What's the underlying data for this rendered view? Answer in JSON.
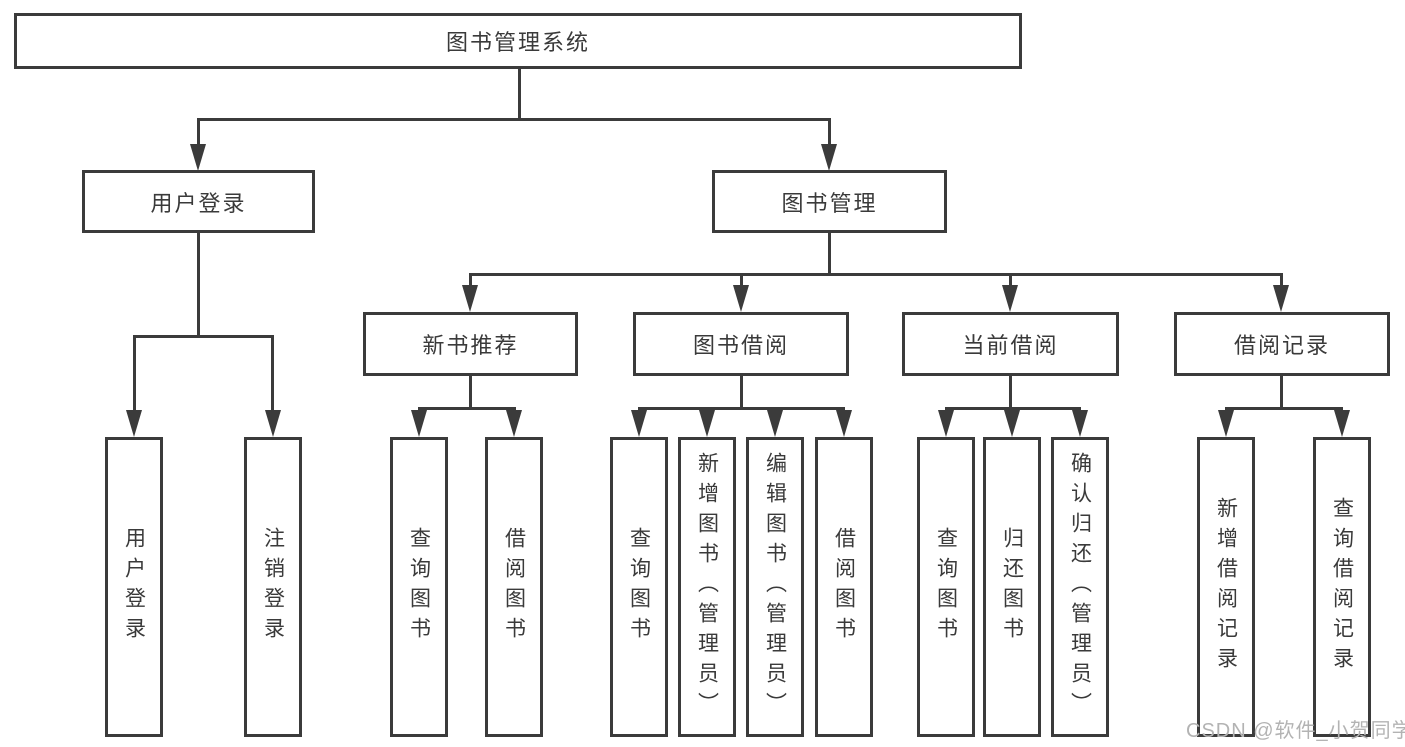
{
  "diagram": {
    "root": {
      "label": "图书管理系统"
    },
    "user_login": {
      "label": "用户登录",
      "children": {
        "login": "用户登录",
        "logout": "注销登录"
      }
    },
    "book_management": {
      "label": "图书管理",
      "sections": {
        "new_books": {
          "label": "新书推荐",
          "children": {
            "query": "查询图书",
            "borrow": "借阅图书"
          }
        },
        "borrowing": {
          "label": "图书借阅",
          "children": {
            "query": "查询图书",
            "add": "新增图书（管理员）",
            "edit": "编辑图书（管理员）",
            "borrow": "借阅图书"
          }
        },
        "current": {
          "label": "当前借阅",
          "children": {
            "query": "查询图书",
            "return": "归还图书",
            "confirm": "确认归还（管理员）"
          }
        },
        "records": {
          "label": "借阅记录",
          "children": {
            "add": "新增借阅记录",
            "query": "查询借阅记录"
          }
        }
      }
    }
  },
  "watermark": "CSDN @软件_小贺同学",
  "colors": {
    "line": "#3b3b3b",
    "text": "#3a3a3a",
    "watermark": "#b3b3b3",
    "background": "#ffffff"
  }
}
